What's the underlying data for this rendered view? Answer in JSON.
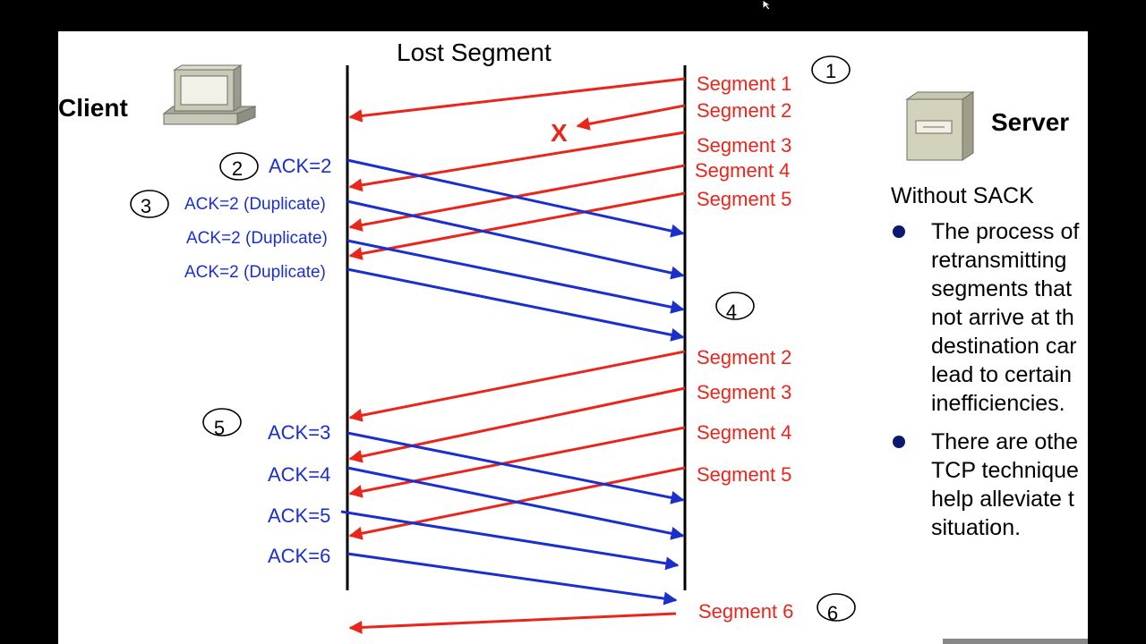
{
  "title": "Lost Segment",
  "client_label": "Client",
  "server_label": "Server",
  "lost_marker": "X",
  "step_markers": [
    "1",
    "2",
    "3",
    "4",
    "5",
    "6"
  ],
  "segments_first": [
    "Segment 1",
    "Segment 2",
    "Segment 3",
    "Segment 4",
    "Segment 5"
  ],
  "acks_first": [
    "ACK=2",
    "ACK=2 (Duplicate)",
    "ACK=2 (Duplicate)",
    "ACK=2 (Duplicate)"
  ],
  "segments_retransmit": [
    "Segment 2",
    "Segment 3",
    "Segment 4",
    "Segment 5"
  ],
  "acks_retransmit": [
    "ACK=3",
    "ACK=4",
    "ACK=5",
    "ACK=6"
  ],
  "final_segment": "Segment 6",
  "notes": {
    "heading": "Without SACK",
    "bullets": [
      "The process of\nretransmitting\nsegments that\nnot arrive at th\ndestination car\nlead to certain\ninefficiencies.",
      "There are othe\nTCP technique\nhelp alleviate t\nsituation."
    ]
  },
  "colors": {
    "segment": "#e8261c",
    "ack": "#1a2fcc",
    "bullet": "#0a1a70"
  }
}
